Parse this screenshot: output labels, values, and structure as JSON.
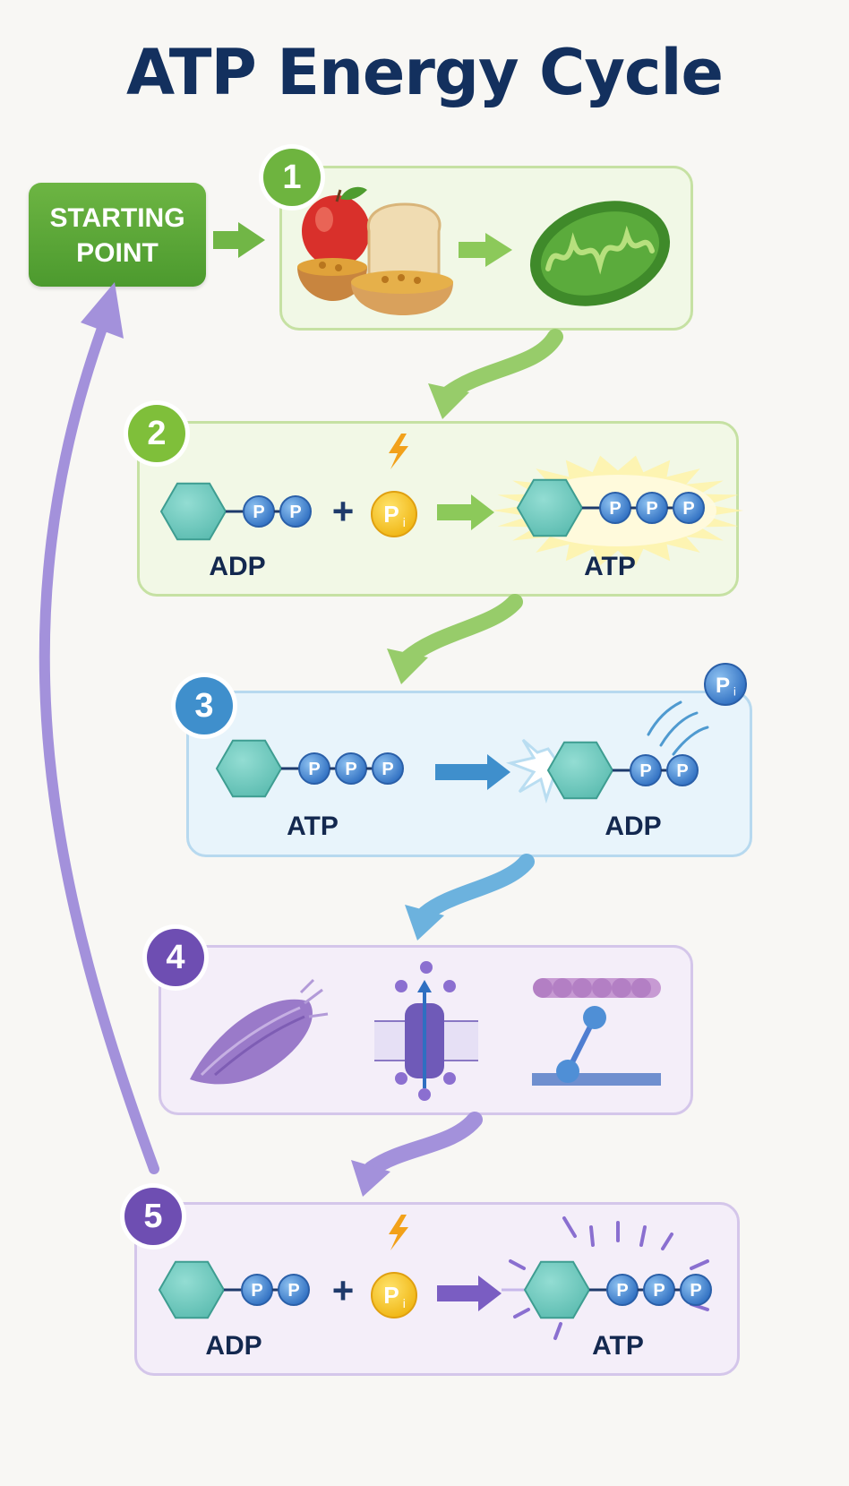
{
  "title": "ATP Energy Cycle",
  "start_box": {
    "line1": "STARTING",
    "line2": "POINT"
  },
  "stages": [
    {
      "number": "1"
    },
    {
      "number": "2",
      "left_label": "ADP",
      "right_label": "ATP",
      "phosphate": "P",
      "phosphate_sub": "i",
      "plus": "+"
    },
    {
      "number": "3",
      "left_label": "ATP",
      "right_label": "ADP",
      "phosphate": "P",
      "phosphate_sub": "i"
    },
    {
      "number": "4"
    },
    {
      "number": "5",
      "left_label": "ADP",
      "right_label": "ATP",
      "phosphate": "P",
      "phosphate_sub": "i",
      "plus": "+"
    }
  ],
  "phosphate_letter": "P",
  "colors": {
    "title": "#13305e",
    "stage1": "#6eb43f",
    "stage2": "#7fbf3a",
    "stage3": "#3f8fcc",
    "stage4": "#6e4eb2",
    "stage5": "#6e4eb2",
    "hexagon": "#6ccabf",
    "phosphate": "#3d7fce",
    "pi": "#f3c51e",
    "return_arrow": "#9b88d6"
  },
  "icons": [
    "food-icon",
    "mitochondrion-icon",
    "lightning-icon",
    "muscle-icon",
    "membrane-pump-icon",
    "myosin-filament-icon",
    "burst-icon"
  ]
}
